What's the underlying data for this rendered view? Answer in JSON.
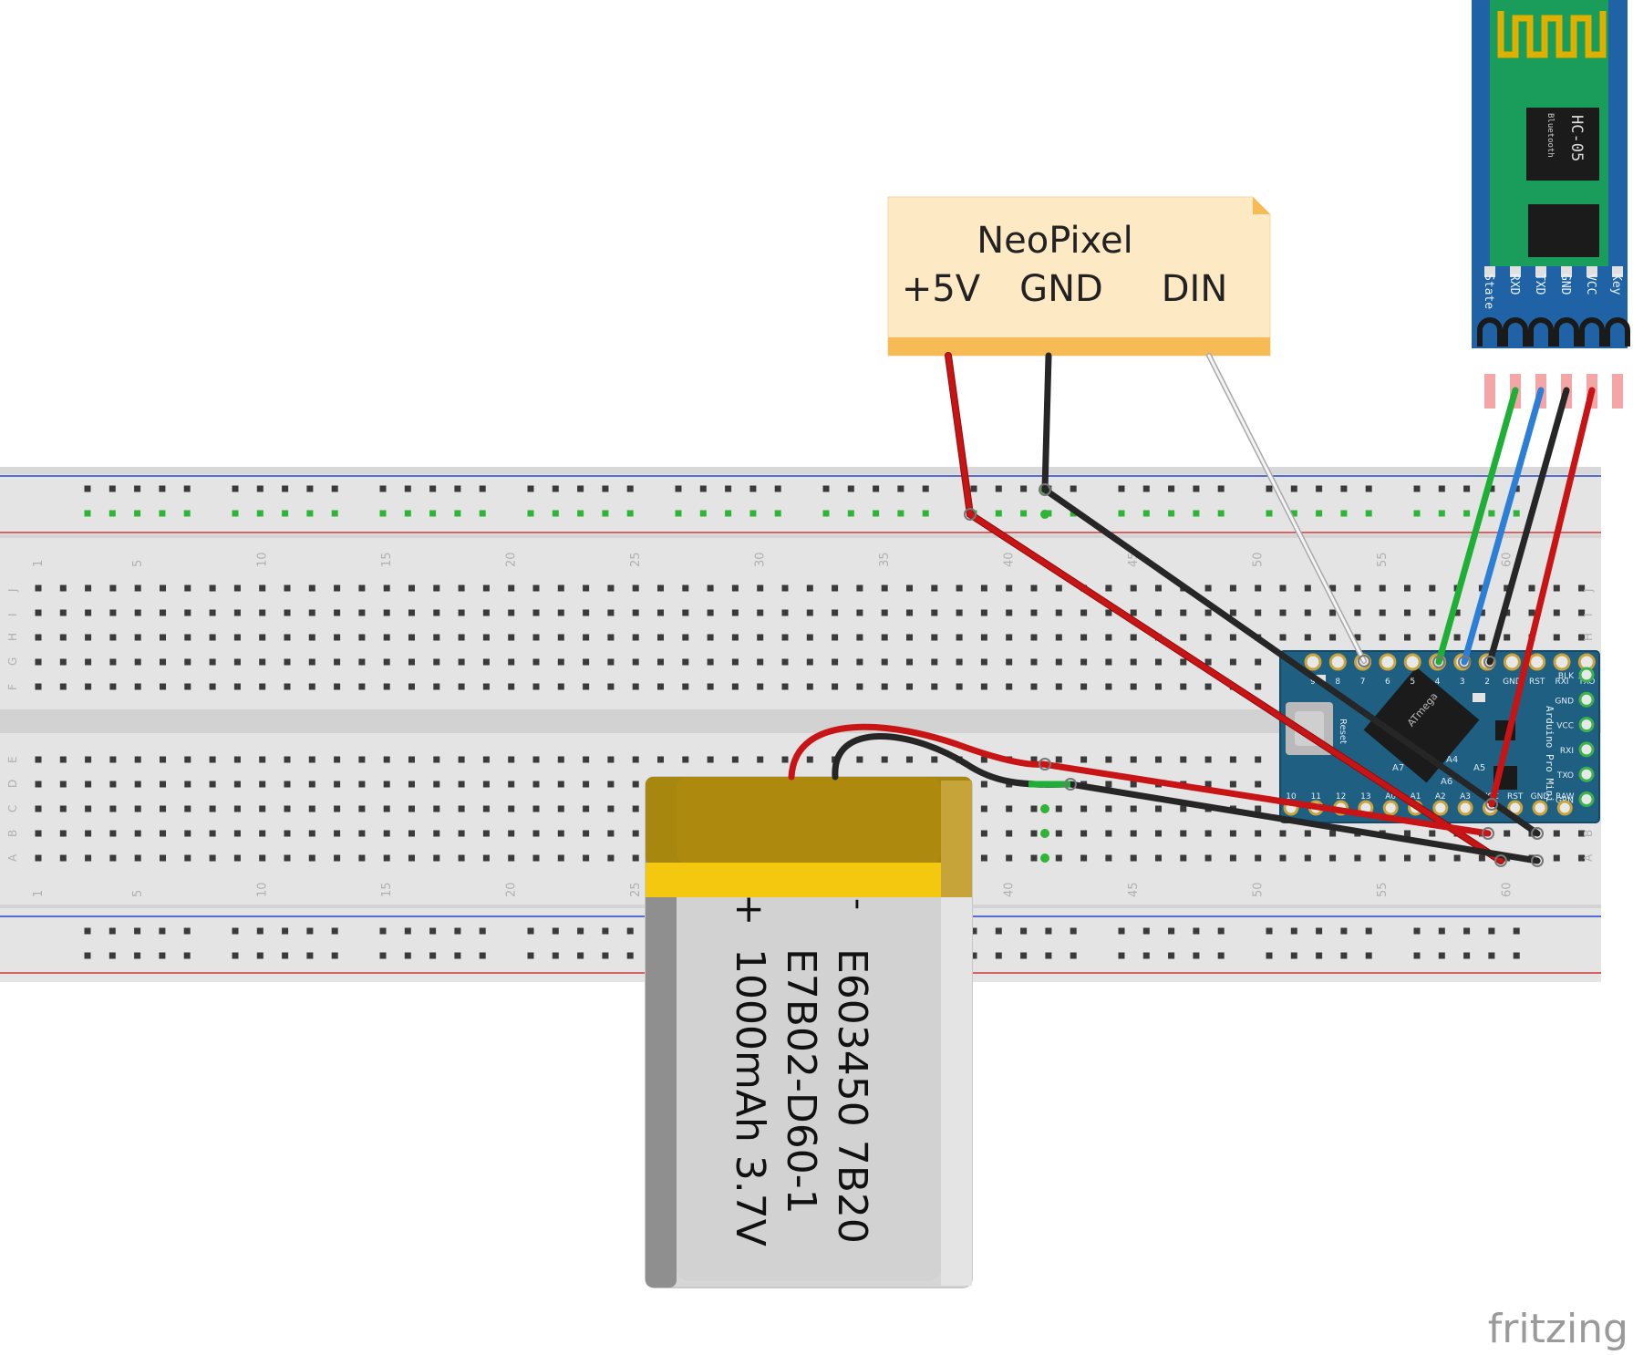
{
  "neopixel": {
    "title": "NeoPixel",
    "pins": [
      "+5V",
      "GND",
      "DIN"
    ]
  },
  "hc05": {
    "chip_label": "HC-05",
    "chip_sublabel": "Bluetooth",
    "pins": [
      "State",
      "RXD",
      "TXD",
      "GND",
      "VCC",
      "Key"
    ]
  },
  "arduino": {
    "chip_label": "ATmega",
    "board_label": "Arduino Pro Mini",
    "reset_label": "Reset",
    "top_pins": [
      "9",
      "8",
      "7",
      "6",
      "5",
      "4",
      "3",
      "2",
      "GND",
      "RST",
      "RXI",
      "TXO"
    ],
    "right_pins": [
      "BLK",
      "GND",
      "VCC",
      "RXI",
      "TXO",
      "GRN"
    ],
    "bottom_pins": [
      "10",
      "11",
      "12",
      "13",
      "A0",
      "A1",
      "A2",
      "A3",
      "VCC",
      "RST",
      "GND",
      "RAW"
    ],
    "inner_labels": [
      "A7",
      "A6",
      "A5",
      "A4"
    ]
  },
  "battery": {
    "minus": "-",
    "plus": "+",
    "line1": "E603450 7B20",
    "line2": "E7B02-D60-1",
    "line3": "1000mAh 3.7V"
  },
  "breadboard": {
    "column_numbers": [
      "1",
      "5",
      "10",
      "15",
      "20",
      "25",
      "30",
      "35",
      "40",
      "45",
      "50",
      "55",
      "60"
    ],
    "rows_top": [
      "J",
      "I",
      "H",
      "G",
      "F"
    ],
    "rows_bottom": [
      "E",
      "D",
      "C",
      "B",
      "A"
    ]
  },
  "brand": "fritzing",
  "colors": {
    "red_wire": "#c81414",
    "black_wire": "#262626",
    "green_wire": "#1fae36",
    "blue_wire": "#2d7fd6",
    "note_fill": "#fde9c3",
    "note_bar": "#f6bb55",
    "arduino_board": "#1e5f82",
    "hc05_board": "#1a9d5b",
    "hc05_edge": "#1f63a6",
    "battery_gold": "#a8870f",
    "battery_yellow": "#f5c810",
    "breadboard_body": "#e6e6e6"
  }
}
